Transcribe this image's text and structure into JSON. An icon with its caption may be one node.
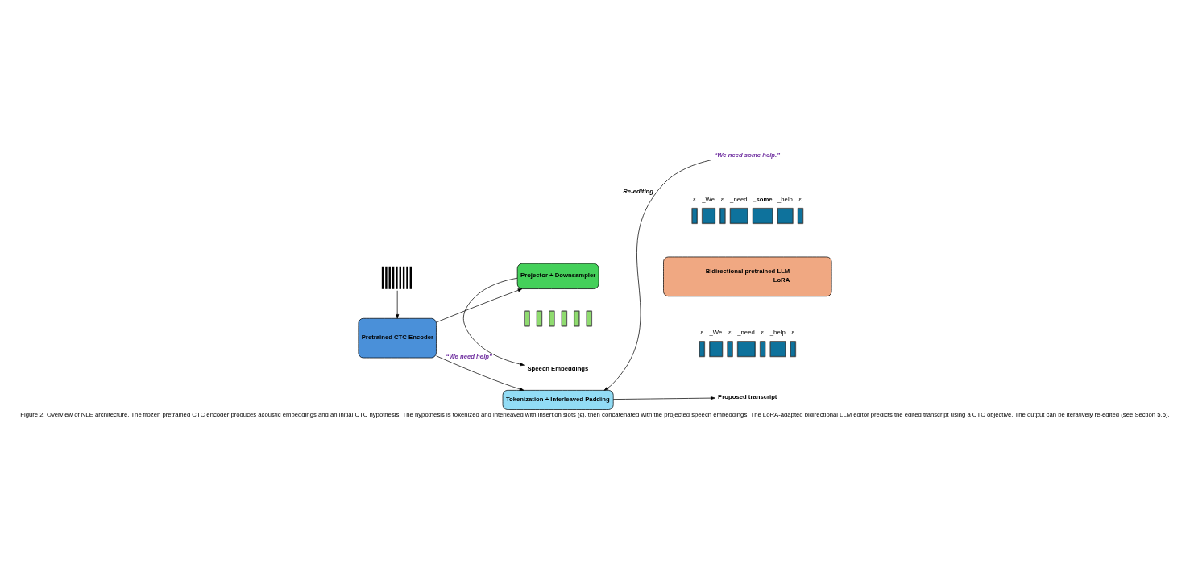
{
  "diagram": {
    "caption": "Figure 2: Overview of NLE architecture. The frozen pretrained CTC encoder produces acoustic embeddings and an initial CTC hypothesis. The hypothesis is tokenized and interleaved with insertion slots (ϵ), then concatenated with the projected speech embeddings. The LoRA-adapted bidirectional LLM editor predicts the edited transcript using a CTC objective. The output can be iteratively re-edited (see Section 5.5).",
    "nodes": [
      {
        "text": [],
        "shape": "picture"
      },
      {
        "text": [
          "Pretrained CTC Encoder"
        ]
      },
      {
        "text": [
          "Projector + Downsampler"
        ]
      },
      {
        "text": [
          "Bidirectional pretrained LLM",
          "LoRA"
        ]
      },
      {
        "text": [
          "Speech Embeddings"
        ]
      },
      {
        "text": [
          "Proposed transcript"
        ]
      },
      {
        "text": [
          "Tokenization + Interleaved Padding"
        ]
      },
      {
        "text": [
          "“We need some help.”"
        ]
      }
    ],
    "edges": [
      {
        "from": 0,
        "to": 1,
        "arrow": "to"
      },
      {
        "from": 1,
        "to": 2,
        "arrow": "to"
      },
      {
        "from": 2,
        "to": 4,
        "arrow": "to"
      },
      {
        "from": 1,
        "to": 6,
        "arrow": "to",
        "label": "“We need help”"
      },
      {
        "from": 6,
        "to": 5,
        "arrow": "to"
      },
      {
        "from": 7,
        "to": 6,
        "arrow": "to",
        "label": "Re-editing"
      }
    ],
    "labels": [
      "ε",
      "_We",
      "ε",
      "_need",
      "_some",
      "_help",
      "ε",
      "ε",
      "_We",
      "ε",
      "_need",
      "ε",
      "_help",
      "ε"
    ]
  }
}
